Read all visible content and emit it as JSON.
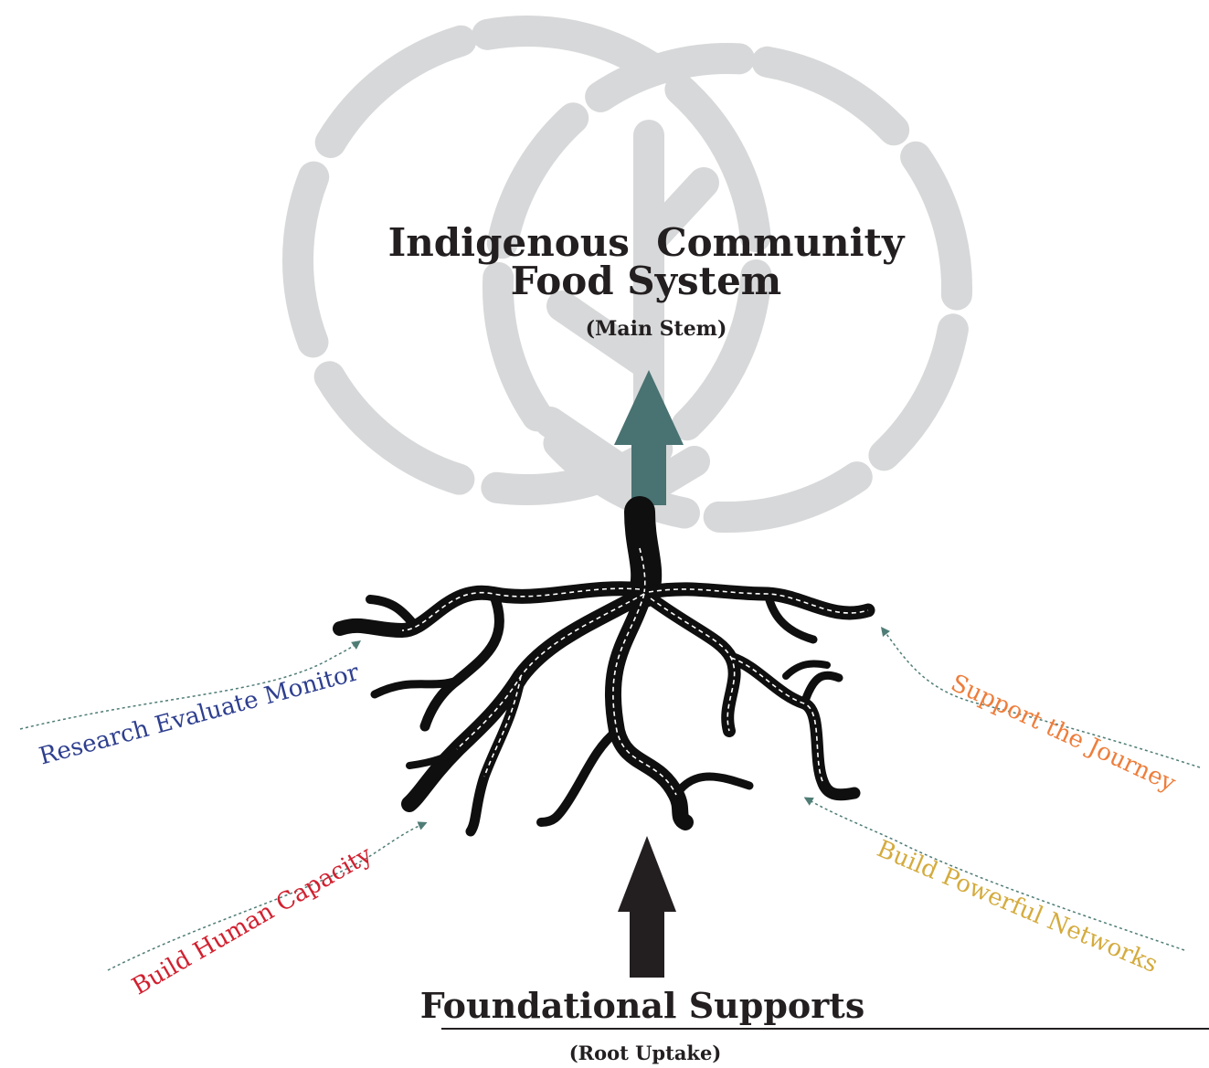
{
  "title": {
    "line1": "Indigenous  Community",
    "line2": "Food System",
    "subtitle": "(Main Stem)"
  },
  "bottom": {
    "heading": "Foundational Supports",
    "subheading": "(Root Uptake)"
  },
  "labels": {
    "research": "Research Evaluate Monitor",
    "capacity": "Build Human Capacity",
    "journey": "Support the Journey",
    "networks": "Build Powerful Networks"
  },
  "colors": {
    "research": "#2e3f8f",
    "capacity": "#d1202f",
    "journey": "#ee7d3b",
    "networks": "#d4ab3e",
    "logo": "#d7d8d9",
    "up_arrow": "#497272",
    "root_arrow": "#231f20",
    "dotted": "#4f7d76"
  },
  "icons": {
    "logo": "double-circle-tree-logo-icon",
    "stem_arrow": "up-arrow-icon",
    "root_arrow": "up-arrow-icon",
    "roots": "tree-roots-icon"
  }
}
